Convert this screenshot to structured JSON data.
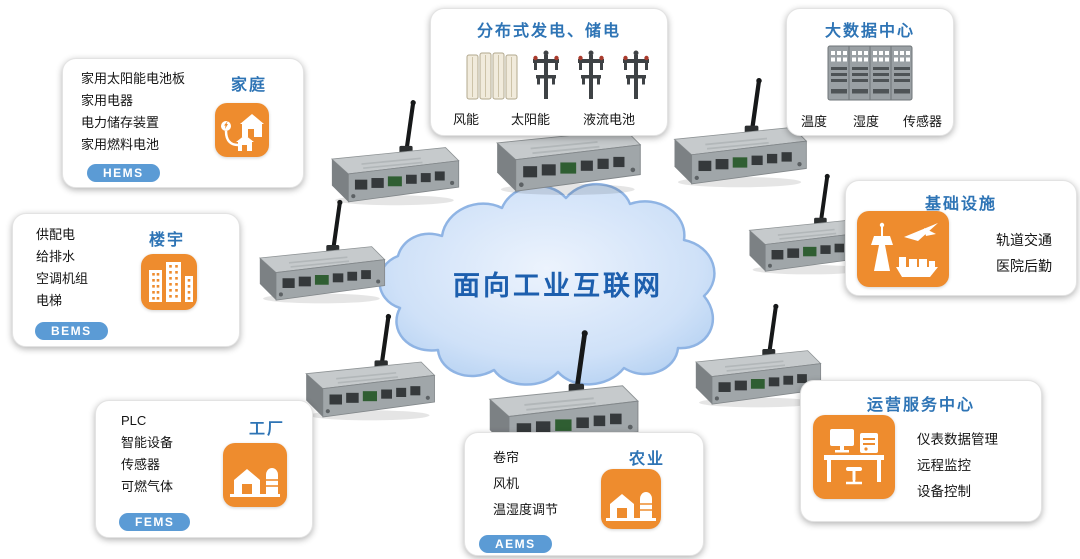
{
  "cloud": {
    "title": "面向工业互联网"
  },
  "cards": {
    "distributed_power": {
      "title": "分布式发电、储电",
      "labels": [
        "风能",
        "太阳能",
        "液流电池"
      ]
    },
    "big_data": {
      "title": "大数据中心",
      "labels": [
        "温度",
        "湿度",
        "传感器"
      ]
    },
    "home": {
      "title": "家庭",
      "items": [
        "家用太阳能电池板",
        "家用电器",
        "电力储存装置",
        "家用燃料电池"
      ],
      "badge": "HEMS"
    },
    "building": {
      "title": "楼宇",
      "items": [
        "供配电",
        "给排水",
        "空调机组",
        "电梯"
      ],
      "badge": "BEMS"
    },
    "factory": {
      "title": "工厂",
      "items": [
        "PLC",
        "智能设备",
        "传感器",
        "可燃气体"
      ],
      "badge": "FEMS"
    },
    "agriculture": {
      "title": "农业",
      "items": [
        "卷帘",
        "风机",
        "温湿度调节"
      ],
      "badge": "AEMS"
    },
    "infrastructure": {
      "title": "基础设施",
      "items": [
        "轨道交通",
        "医院后勤"
      ]
    },
    "operations": {
      "title": "运营服务中心",
      "items": [
        "仪表数据管理",
        "远程监控",
        "设备控制"
      ]
    }
  },
  "colors": {
    "accent_orange": "#ee8c2e",
    "title_blue": "#2e74b5",
    "badge_blue": "#5b9bd5",
    "cloud_fill": "#c7dcf6",
    "cloud_text_blue": "#1d5fae"
  }
}
